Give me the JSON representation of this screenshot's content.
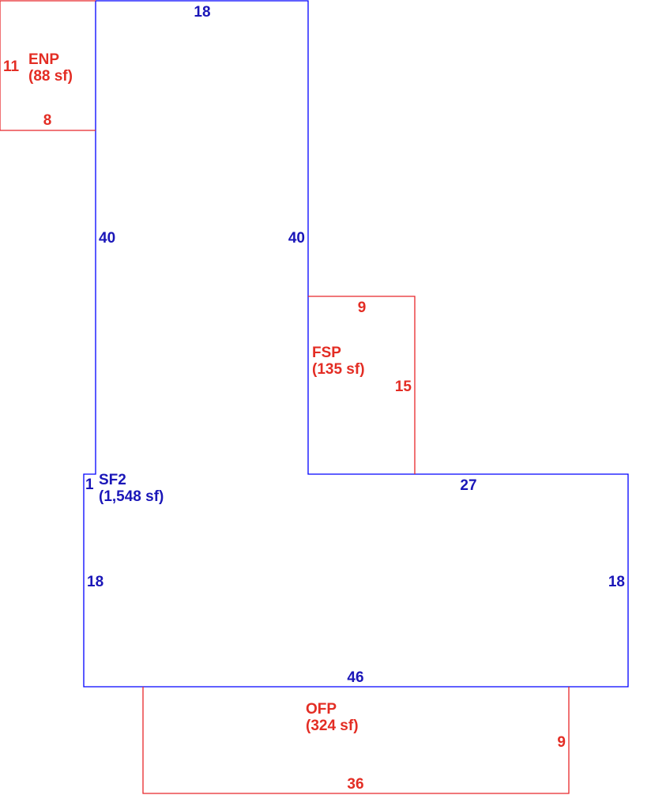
{
  "colors": {
    "living_area": "#0000ff",
    "living_area_text": "#1a16b8",
    "porch": "#e8262a",
    "porch_text": "#e32d24",
    "background": "#ffffff"
  },
  "sf2": {
    "code": "SF2",
    "area": "(1,548 sf)",
    "dims": {
      "top": "18",
      "left_upper": "40",
      "inner_vertical": "40",
      "step": "1",
      "left_lower": "18",
      "inner_horizontal": "27",
      "right": "18",
      "bottom": "46"
    }
  },
  "enp": {
    "code": "ENP",
    "area": "(88 sf)",
    "dims": {
      "side": "11",
      "bottom": "8"
    }
  },
  "fsp": {
    "code": "FSP",
    "area": "(135 sf)",
    "dims": {
      "top": "9",
      "right": "15"
    }
  },
  "ofp": {
    "code": "OFP",
    "area": "(324 sf)",
    "dims": {
      "right": "9",
      "bottom": "36"
    }
  }
}
